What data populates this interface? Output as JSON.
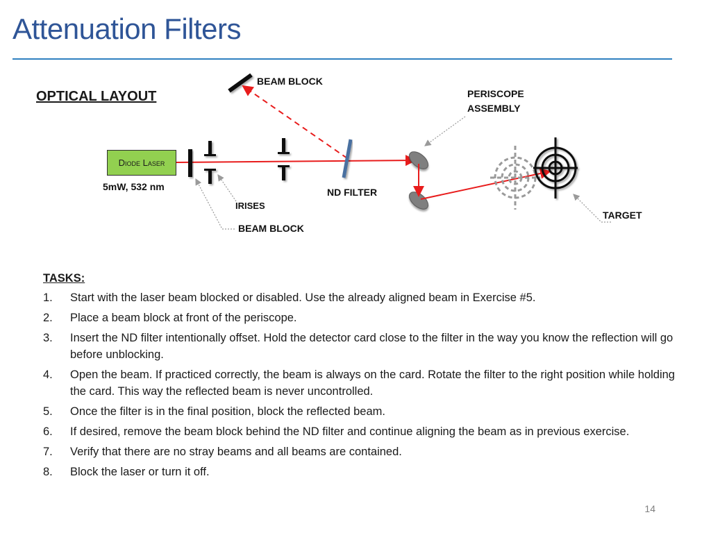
{
  "slide": {
    "title": "Attenuation Filters",
    "page_number": "14"
  },
  "diagram": {
    "section_title": "OPTICAL LAYOUT",
    "labels": {
      "beam_block_top": "BEAM BLOCK",
      "periscope_assembly_1": "PERISCOPE",
      "periscope_assembly_2": "ASSEMBLY",
      "diode_laser": "Diode Laser",
      "laser_spec": "5mW, 532 nm",
      "nd_filter": "ND FILTER",
      "irises": "IRISES",
      "beam_block_bottom": "BEAM BLOCK",
      "target": "TARGET"
    },
    "colors": {
      "laser_box": "#92d050",
      "beam": "#e81c1c",
      "title": "#2f5597",
      "rule": "#2f80c0"
    }
  },
  "tasks": {
    "heading": "TASKS:",
    "items": [
      {
        "num": "1.",
        "text": "Start with the laser beam blocked or disabled. Use the already aligned beam in Exercise #5."
      },
      {
        "num": "2.",
        "text": "Place a beam block at front of the periscope."
      },
      {
        "num": "3.",
        "text": "Insert the ND filter intentionally offset. Hold the detector card close to the filter in the way you know the reflection will go before unblocking."
      },
      {
        "num": "4.",
        "text": "Open the beam. If practiced correctly, the beam is always on the card. Rotate the filter to the right position while holding the card. This way the reflected beam is never uncontrolled."
      },
      {
        "num": "5.",
        "text": "Once the filter is in the final position, block the reflected beam."
      },
      {
        "num": "6.",
        "text": "If desired, remove the beam block behind the ND filter and continue aligning the beam as in previous exercise."
      },
      {
        "num": "7.",
        "text": "Verify that there are no stray beams and all beams are contained."
      },
      {
        "num": "8.",
        "text": "Block the laser or turn it off."
      }
    ]
  }
}
